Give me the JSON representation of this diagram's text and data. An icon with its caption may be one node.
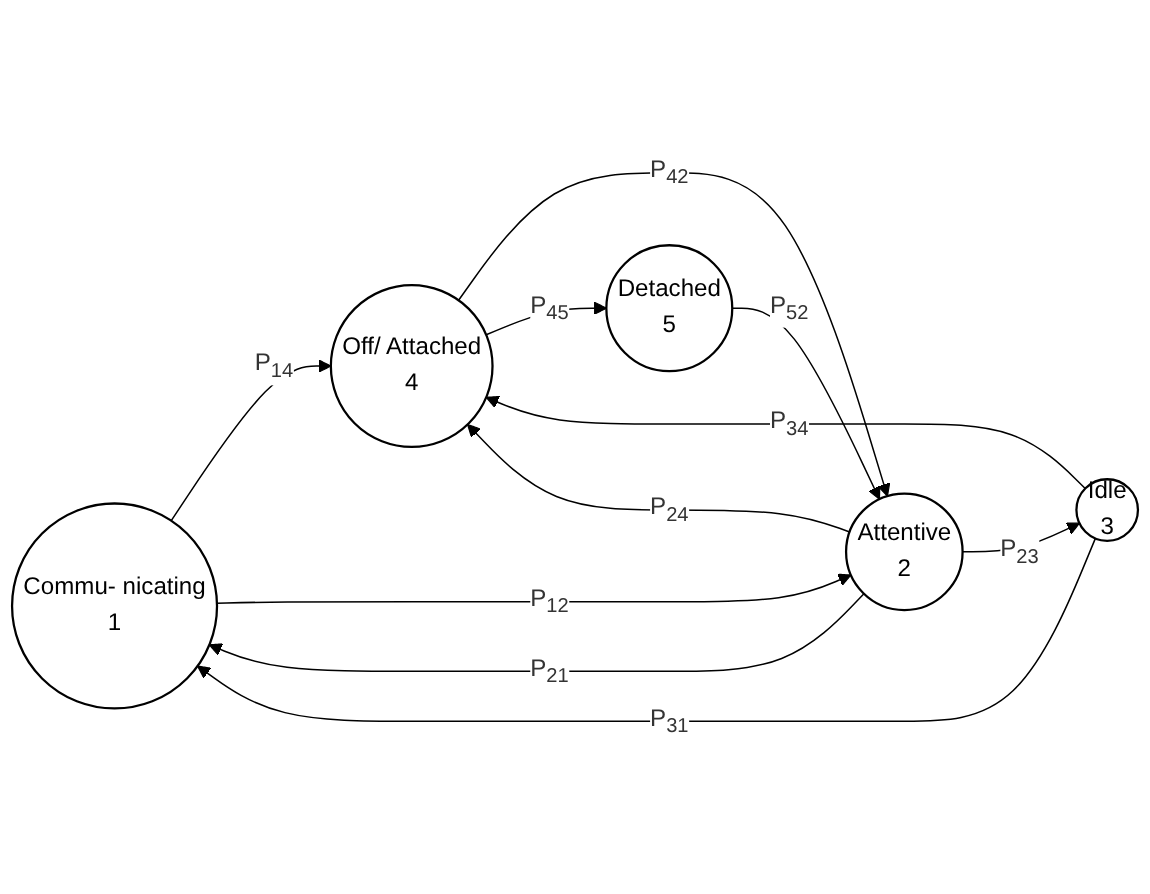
{
  "diagram": {
    "nodes": [
      {
        "text": [
          "Commu- nicating",
          "1"
        ]
      },
      {
        "text": [
          "Attentive",
          "2"
        ]
      },
      {
        "text": [
          "Idle",
          "3"
        ]
      },
      {
        "text": [
          "Off/ Attached",
          "4"
        ]
      },
      {
        "text": [
          "Detached",
          "5"
        ]
      }
    ],
    "edges": [
      {
        "from": 0,
        "to": 3,
        "arrow": "to",
        "label": "P$_{14}$"
      },
      {
        "from": 2,
        "to": 0,
        "arrow": "to",
        "label": "P$_{31}$"
      },
      {
        "from": 1,
        "to": 0,
        "arrow": "to",
        "label": "P$_{21}$"
      },
      {
        "from": 0,
        "to": 1,
        "arrow": "to",
        "label": "P$_{12}$"
      },
      {
        "from": 1,
        "to": 2,
        "arrow": "to",
        "label": "P$_{23}$"
      },
      {
        "from": 2,
        "to": 3,
        "arrow": "to",
        "label": "P$_{34}$"
      },
      {
        "from": 3,
        "to": 1,
        "arrow": "to",
        "label": "P$_{42}$"
      },
      {
        "from": 1,
        "to": 3,
        "arrow": "to",
        "label": "P$_{24}$"
      },
      {
        "from": 3,
        "to": 4,
        "arrow": "to",
        "label": "P$_{45}$"
      },
      {
        "from": 4,
        "to": 1,
        "arrow": "to",
        "label": "P$_{52}$"
      }
    ]
  }
}
